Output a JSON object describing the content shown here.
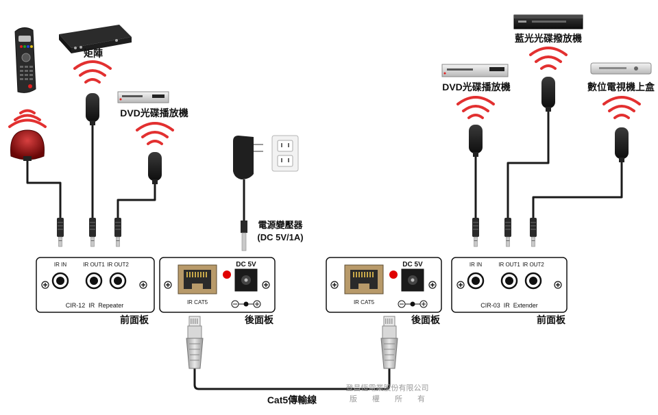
{
  "labels": {
    "matrix": "矩陣",
    "dvd_left": "DVD光碟播放機",
    "dvd_right": "DVD光碟播放機",
    "bluray": "藍光光碟撥放機",
    "settop": "數位電視機上盒",
    "adapter_name": "電源變壓器",
    "adapter_spec": "(DC 5V/1A)",
    "front_panel_left": "前面板",
    "back_panel_left": "後面板",
    "back_panel_right": "後面板",
    "front_panel_right": "前面板",
    "cable": "Cat5傳輸線"
  },
  "repeater": {
    "port_in": "IR IN",
    "port_out1": "IR OUT1",
    "port_out2": "IR OUT2",
    "model": "CIR-12  IR  Repeater"
  },
  "repeater_back": {
    "dc_label": "DC 5V",
    "rj45_label": "IR CAT5"
  },
  "extender_back": {
    "dc_label": "DC 5V",
    "rj45_label": "IR CAT5"
  },
  "extender": {
    "port_in": "IR IN",
    "port_out1": "IR OUT1",
    "port_out2": "IR OUT2",
    "model": "CIR-03  IR  Extender"
  },
  "watermark": {
    "line1": "登昌恆電業股份有限公司",
    "line2": "版　　權　　所　　有"
  },
  "colors": {
    "wire": "#1a1a1a",
    "signal": "#e23030",
    "led": "#e00000",
    "receiver": "#8a1010",
    "rj45_body": "#b89a6a",
    "cat5_plug": "#c8c8c8"
  }
}
